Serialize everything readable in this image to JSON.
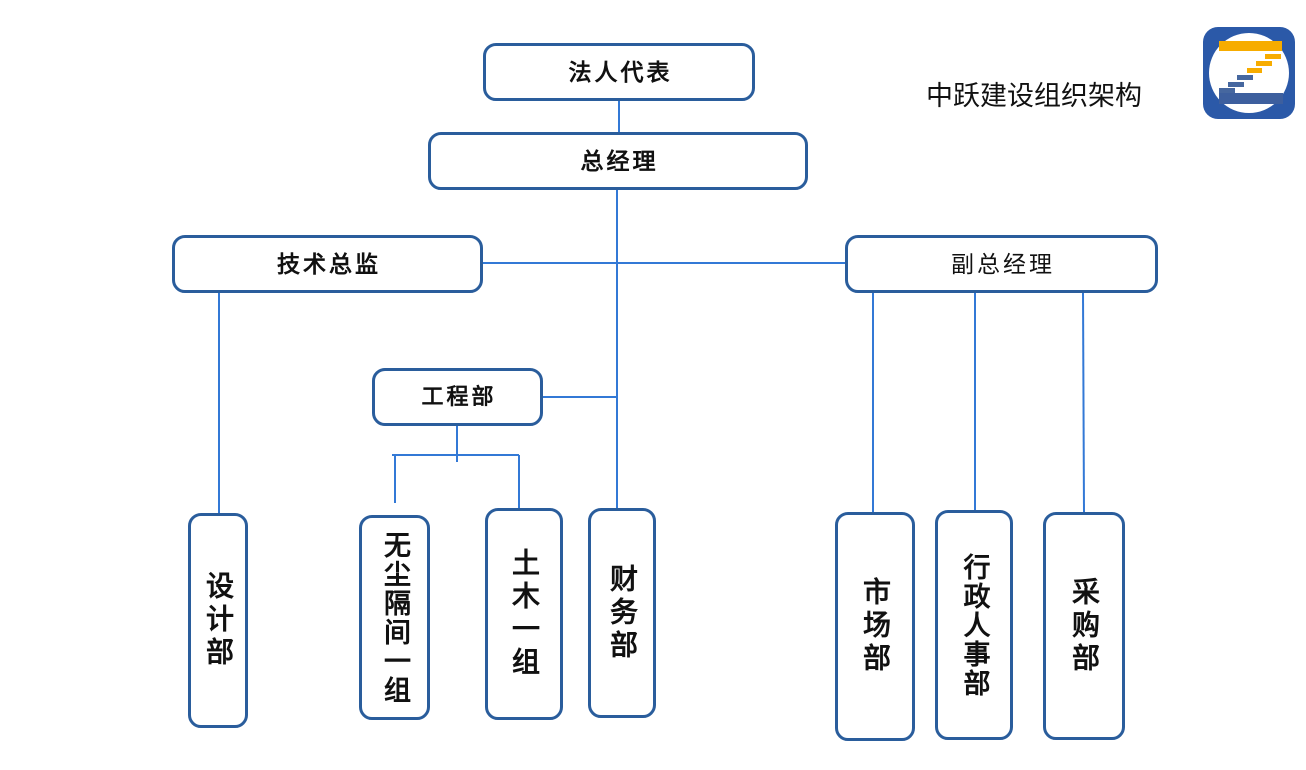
{
  "title": "中跃建设组织架构",
  "org": {
    "legal_representative": "法人代表",
    "general_manager": "总经理",
    "technical_director": "技术总监",
    "deputy_general_manager": "副总经理",
    "engineering_dept": "工程部",
    "design_dept": "设计部",
    "cleanroom_partition_group_1": "无尘隔间一组",
    "civil_group_1": "土木一组",
    "finance_dept": "财务部",
    "marketing_dept": "市场部",
    "admin_hr_dept": "行政人事部",
    "procurement_dept": "采购部"
  },
  "colors": {
    "box_border": "#2a5d9c",
    "connector_line": "#3379d6",
    "text": "#111111",
    "background": "#ffffff",
    "logo_square": "#2b59a8",
    "logo_yellow": "#f7ac00",
    "logo_dark_blue": "#3d5f9e"
  }
}
